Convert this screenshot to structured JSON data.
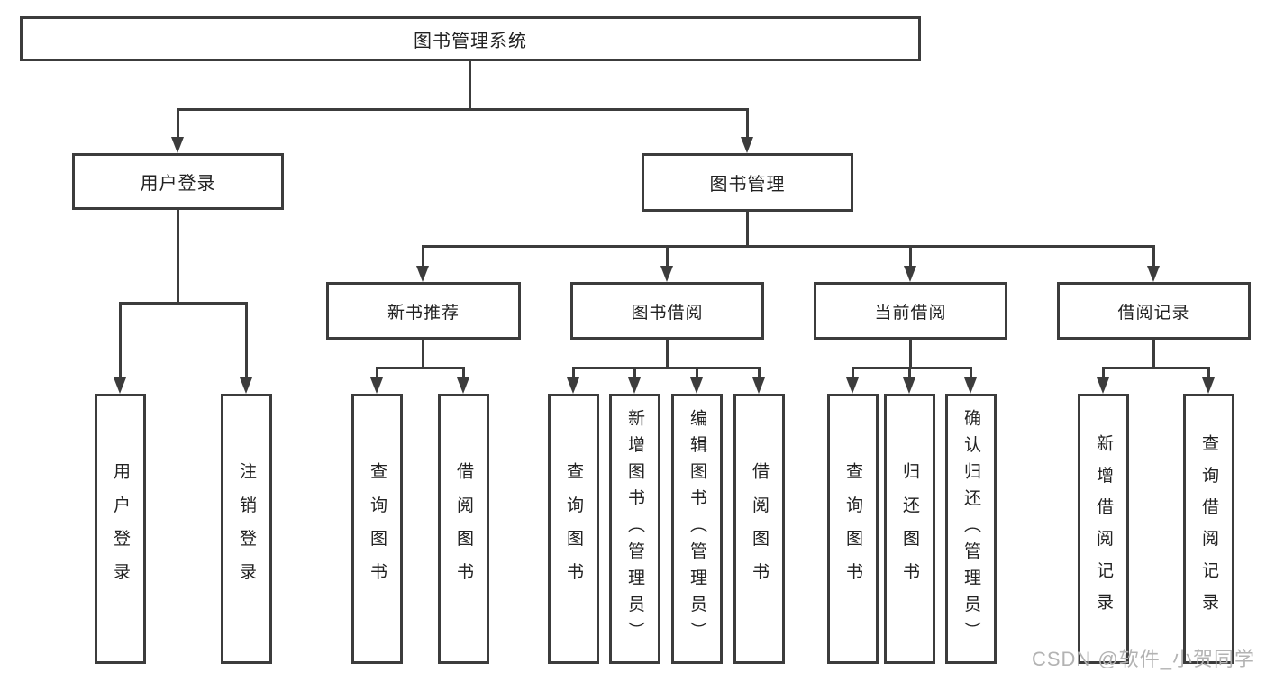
{
  "diagram_type": "functional-structure-tree",
  "tree": {
    "root": {
      "label": "图书管理系统",
      "children": [
        {
          "label": "用户登录",
          "children": [
            {
              "label": "用户登录"
            },
            {
              "label": "注销登录"
            }
          ]
        },
        {
          "label": "图书管理",
          "children": [
            {
              "label": "新书推荐",
              "children": [
                {
                  "label": "查询图书"
                },
                {
                  "label": "借阅图书"
                }
              ]
            },
            {
              "label": "图书借阅",
              "children": [
                {
                  "label": "查询图书"
                },
                {
                  "label": "新增图书（管理员）"
                },
                {
                  "label": "编辑图书（管理员）"
                },
                {
                  "label": "借阅图书"
                }
              ]
            },
            {
              "label": "当前借阅",
              "children": [
                {
                  "label": "查询图书"
                },
                {
                  "label": "归还图书"
                },
                {
                  "label": "确认归还（管理员）"
                }
              ]
            },
            {
              "label": "借阅记录",
              "children": [
                {
                  "label": "新增借阅记录"
                },
                {
                  "label": "查询借阅记录"
                }
              ]
            }
          ]
        }
      ]
    }
  },
  "watermark": "CSDN @软件_小贺同学",
  "colors": {
    "line": "#3c3c3c",
    "text": "#222222",
    "watermark": "#b3b3b3",
    "background": "#ffffff"
  }
}
